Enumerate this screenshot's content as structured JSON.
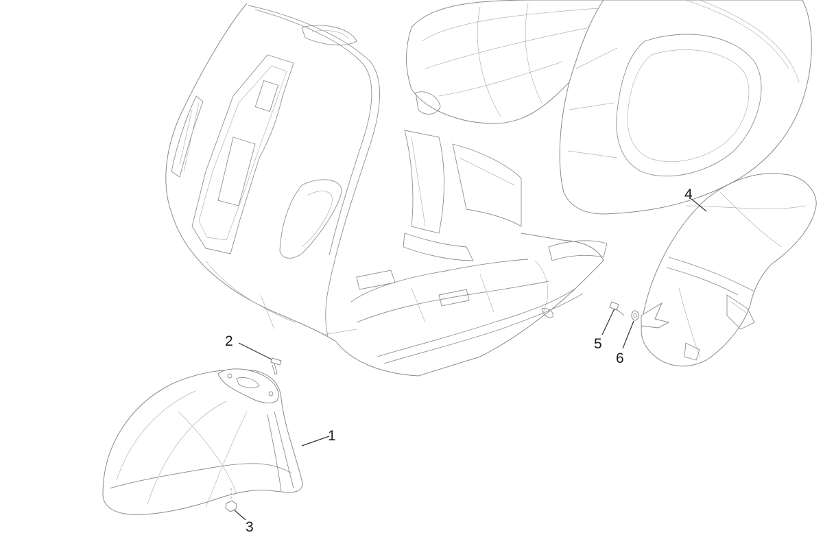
{
  "parts": [
    {
      "id": "fender",
      "label": "1"
    },
    {
      "id": "screw-front",
      "label": "2"
    },
    {
      "id": "nut",
      "label": "3"
    },
    {
      "id": "mudguard",
      "label": "4"
    },
    {
      "id": "screw-rear",
      "label": "5"
    },
    {
      "id": "washer",
      "label": "6"
    }
  ]
}
